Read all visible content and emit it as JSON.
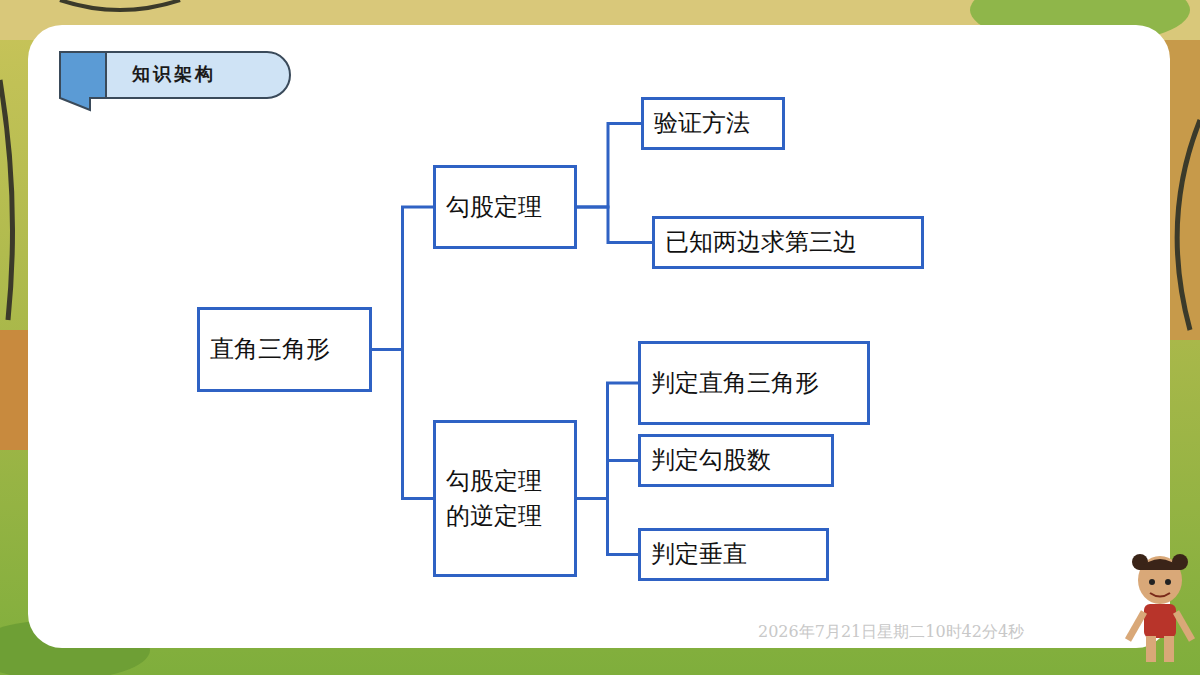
{
  "diagram": {
    "title": "知识架构",
    "nodes": [
      {
        "text": [
          "直角三角形"
        ]
      },
      {
        "text": [
          "勾股定理"
        ]
      },
      {
        "text": [
          "勾股定理的逆定理"
        ]
      },
      {
        "text": [
          "验证方法"
        ]
      },
      {
        "text": [
          "已知两边求第三边"
        ]
      },
      {
        "text": [
          "判定直角三角形"
        ]
      },
      {
        "text": [
          "判定勾股数"
        ]
      },
      {
        "text": [
          "判定垂直"
        ]
      }
    ],
    "edges": [
      {
        "from": 0,
        "to": 1,
        "arrow": "none"
      },
      {
        "from": 0,
        "to": 2,
        "arrow": "none"
      },
      {
        "from": 1,
        "to": 3,
        "arrow": "none"
      },
      {
        "from": 1,
        "to": 4,
        "arrow": "none"
      },
      {
        "from": 2,
        "to": 5,
        "arrow": "none"
      },
      {
        "from": 2,
        "to": 6,
        "arrow": "none"
      },
      {
        "from": 2,
        "to": 7,
        "arrow": "none"
      }
    ],
    "labels": [
      "2026年7月21日星期二10时42分4秒"
    ]
  }
}
